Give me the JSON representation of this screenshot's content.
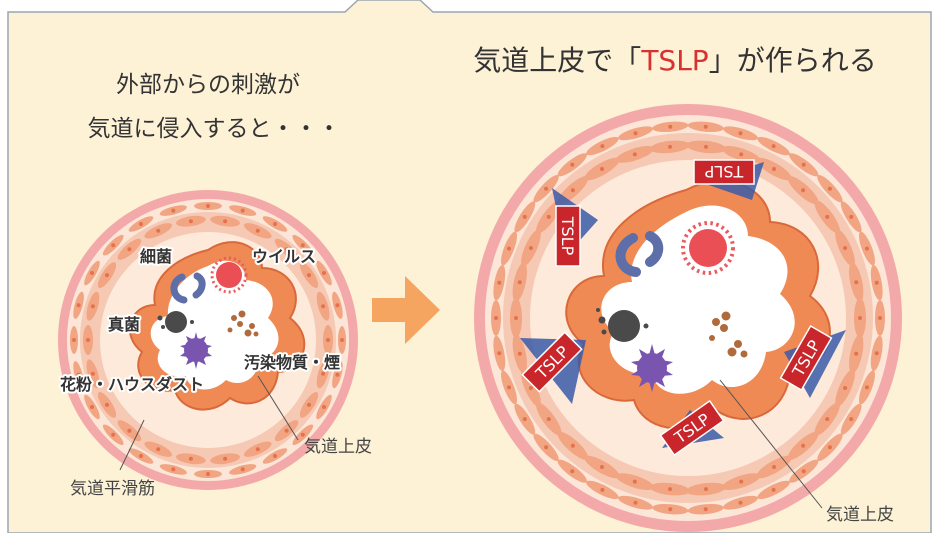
{
  "left": {
    "heading_line1": "外部からの刺激が",
    "heading_line2": "気道に侵入すると・・・",
    "labels": {
      "bacteria": "細菌",
      "virus": "ウイルス",
      "fungus": "真菌",
      "pollutants": "汚染物質・煙",
      "pollen_dust": "花粉・ハウスダスト",
      "epithelium": "気道上皮",
      "smooth_muscle": "気道平滑筋"
    }
  },
  "right": {
    "heading_before": "気道上皮で「",
    "heading_highlight": "TSLP",
    "heading_after": "」が作られる",
    "tslp_label": "TSLP",
    "epithelium": "気道上皮"
  },
  "colors": {
    "panel_bg": "#fdf1d6",
    "panel_border": "#9aa6b2",
    "outer_ring": "#f3a9a9",
    "muscle_fill": "#f7c6b8",
    "epithelium": "#f08a55",
    "lumen": "#ffffff",
    "tslp_badge": "#c8262b",
    "arrow": "#f5a55f",
    "highlight_text": "#d93030"
  }
}
